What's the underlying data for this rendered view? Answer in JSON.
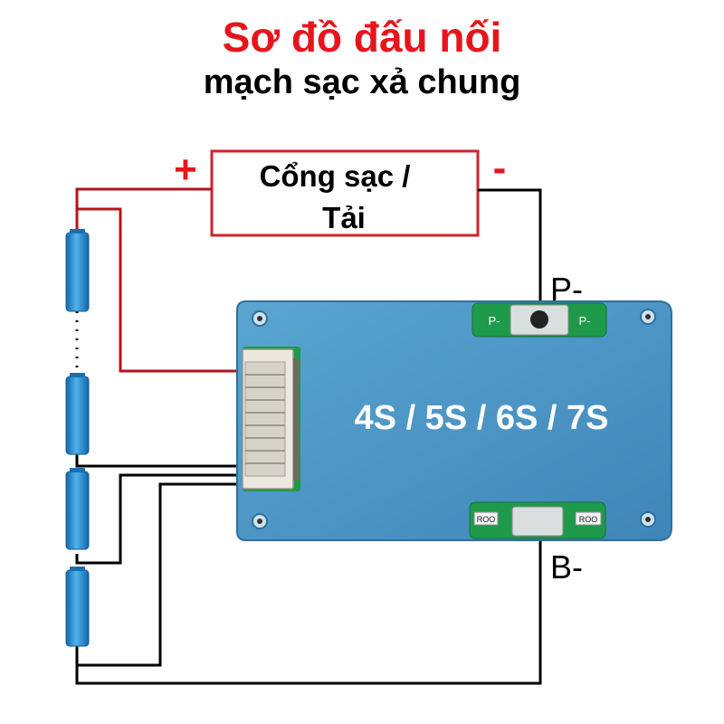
{
  "title": {
    "main": "Sơ đồ đấu nối",
    "sub": "mạch sạc xả chung"
  },
  "port": {
    "label_line1": "Cổng sạc /",
    "label_line2": "Tải",
    "plus_sign": "+",
    "minus_sign": "-"
  },
  "board": {
    "config_label": "4S / 5S / 6S / 7S",
    "terminal_p": "P-",
    "terminal_b": "B-",
    "pad_top_left": "P-",
    "pad_top_right": "P-",
    "pad_bottom_left": "ROO",
    "pad_bottom_right": "ROO"
  },
  "colors": {
    "title_red": "#e8141b",
    "wire_red": "#b3141c",
    "board_blue": "#4a97c6",
    "cell_blue": "#1f7fc4",
    "pcb_green": "#1e9a4a"
  }
}
